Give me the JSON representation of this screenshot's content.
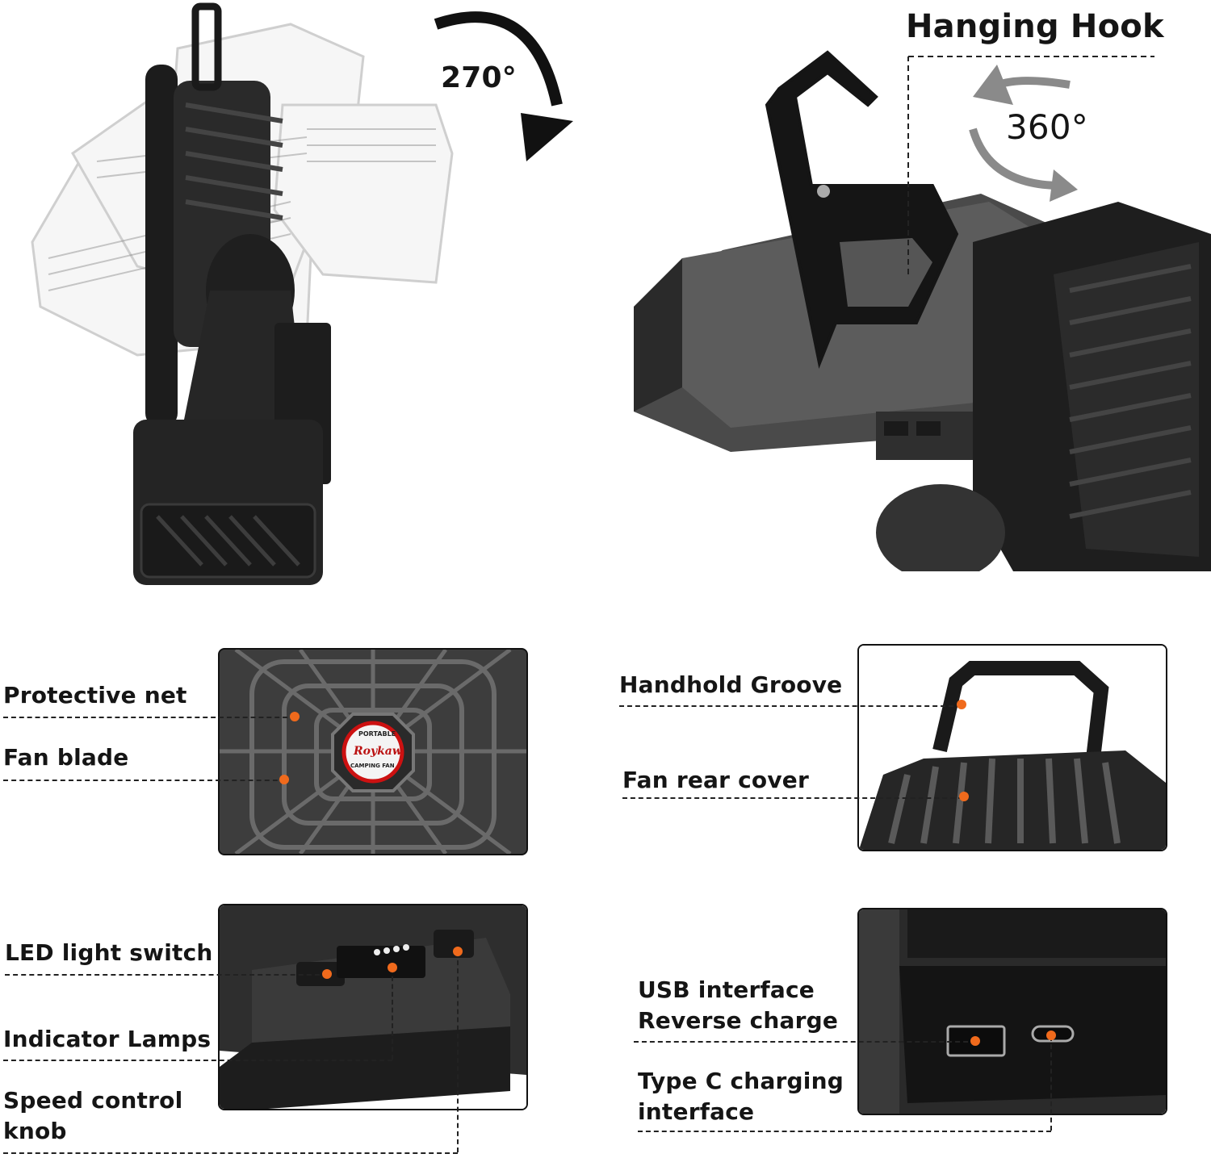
{
  "top": {
    "rotation_label": "270°",
    "hook_title": "Hanging Hook",
    "hook_rotation_label": "360°"
  },
  "panel_fan_front": {
    "label_protective_net": "Protective net",
    "label_fan_blade": "Fan blade",
    "logo_text": "Roykaw",
    "logo_top": "PORTABLE",
    "logo_bottom": "CAMPING FAN"
  },
  "panel_handle": {
    "label_handhold_groove": "Handhold Groove",
    "label_fan_rear_cover": "Fan rear cover"
  },
  "panel_controls": {
    "label_led_switch": "LED light switch",
    "label_indicator_lamps": "Indicator Lamps",
    "label_speed_knob_line1": "Speed control",
    "label_speed_knob_line2": "knob"
  },
  "panel_ports": {
    "label_usb_line1": "USB interface",
    "label_usb_line2": "Reverse charge",
    "label_typec_line1": "Type C charging",
    "label_typec_line2": "interface"
  },
  "colors": {
    "accent_dot": "#f06a1c",
    "product_dark": "#2b2b2b",
    "arrow_gray": "#8a8a8a"
  }
}
